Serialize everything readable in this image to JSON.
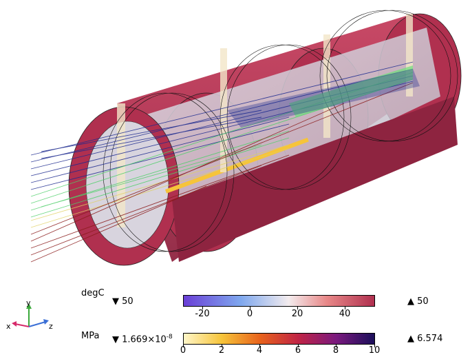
{
  "legend": {
    "temperature": {
      "unit": "degC",
      "min_label": "▼ 50",
      "max_label": "▲ 50",
      "ticks": [
        "-20",
        "0",
        "20",
        "40"
      ]
    },
    "stress": {
      "unit": "MPa",
      "min_label_base": "▼ 1.669×10",
      "min_label_exp": "-8",
      "max_label": "▲ 6.574",
      "ticks": [
        "0",
        "2",
        "4",
        "6",
        "8",
        "10"
      ]
    }
  },
  "axes": {
    "x": "x",
    "y": "y",
    "z": "z"
  },
  "colors": {
    "housing": "#b0304f",
    "housing_dark": "#8e2440",
    "ray_blue": "#1d2a8f",
    "ray_green": "#4fd06a",
    "ray_red": "#8a1a1a",
    "temp_gradient": [
      "#6a3fd6",
      "#7fa8ee",
      "#f3ecee",
      "#e88888",
      "#b0304f"
    ],
    "stress_gradient": [
      "#fff6c8",
      "#f6c43a",
      "#e8631c",
      "#c02445",
      "#7a1a7e",
      "#1b0f5a"
    ]
  }
}
